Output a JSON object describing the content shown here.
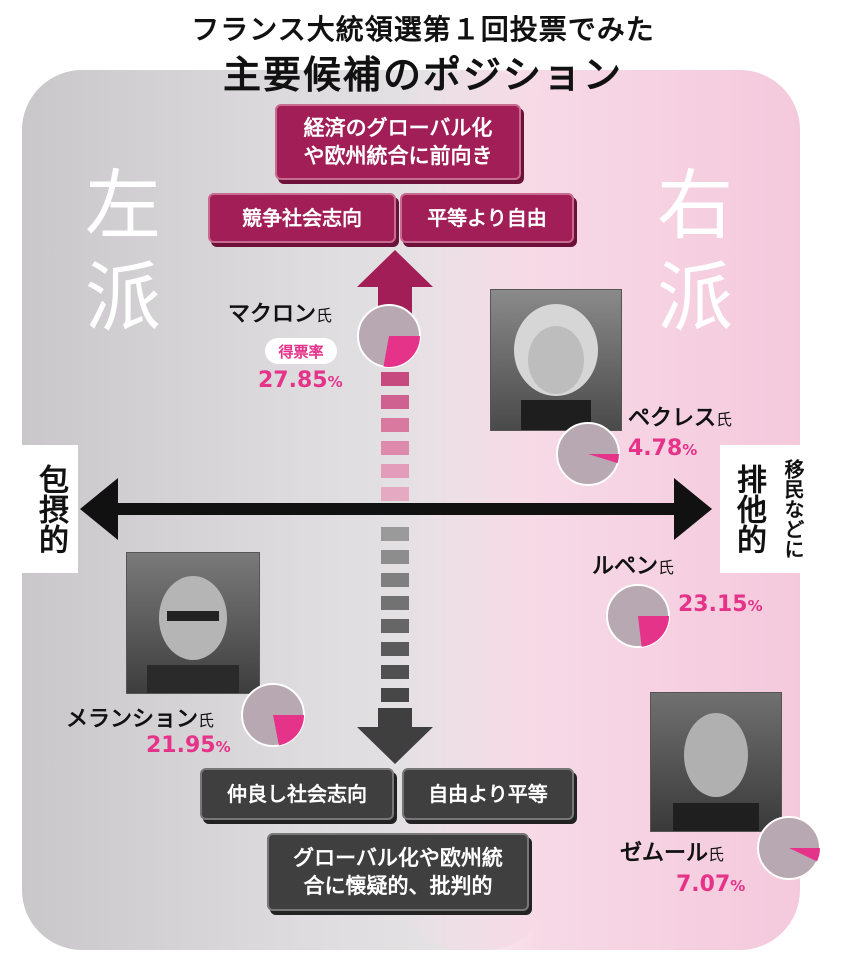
{
  "title": {
    "line1": "フランス大統領選第１回投票でみた",
    "line2": "主要候補のポジション"
  },
  "labels": {
    "left": "左派",
    "right": "右派",
    "horizontal_left": "包摂的",
    "horizontal_right": "排他的",
    "horizontal_right_note": "移民などに",
    "vote_share": "得票率",
    "suffix": "氏"
  },
  "top_boxes": {
    "main": "経済のグローバル化や欧州統合に前向き",
    "left": "競争社会志向",
    "right": "平等より自由"
  },
  "bottom_boxes": {
    "left": "仲良し社会志向",
    "right": "自由より平等",
    "main": "グローバル化や欧州統合に懐疑的、批判的"
  },
  "candidates": [
    {
      "name": "マクロン",
      "share": 27.85,
      "share_label": "27.85"
    },
    {
      "name": "ペクレス",
      "share": 4.78,
      "share_label": "4.78"
    },
    {
      "name": "ルペン",
      "share": 23.15,
      "share_label": "23.15"
    },
    {
      "name": "メランション",
      "share": 21.95,
      "share_label": "21.95"
    },
    {
      "name": "ゼムール",
      "share": 7.07,
      "share_label": "7.07"
    }
  ],
  "units": {
    "percent": "%"
  },
  "colors": {
    "accent_pink": "#e6338a",
    "box_red": "#a21e56",
    "box_dark": "#3f3f3f",
    "pie_base": "#b8a8b2"
  }
}
